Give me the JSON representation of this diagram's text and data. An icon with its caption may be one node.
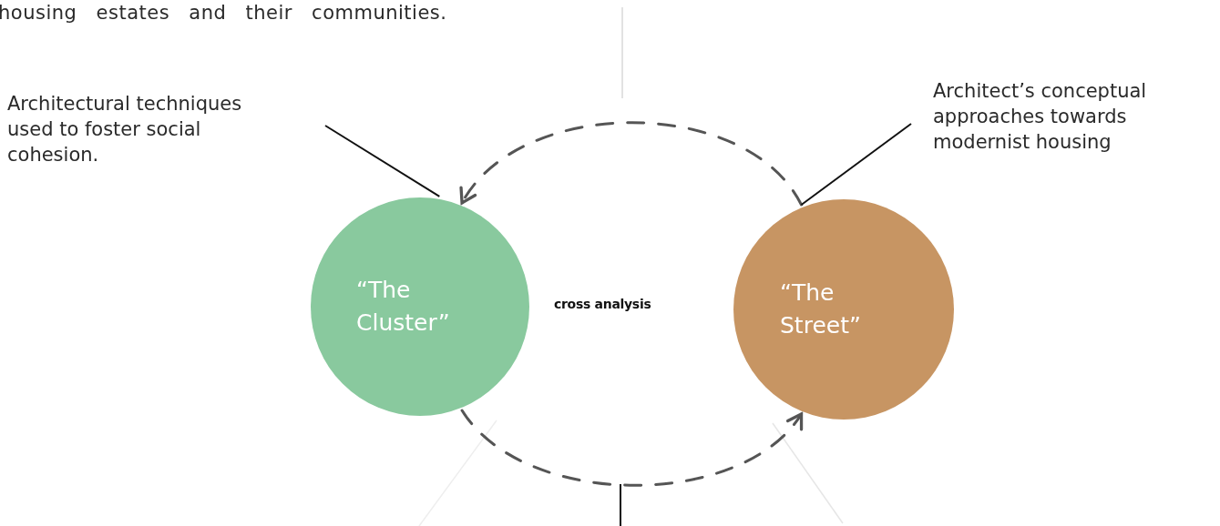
{
  "diagram": {
    "nodes": [
      {
        "text": [
          "Architectural techniques used to foster social cohesion."
        ]
      },
      {
        "text": [
          "Architect’s conceptual approaches towards modernist housing"
        ]
      },
      {
        "text": [
          "“The Cluster”"
        ]
      },
      {
        "text": [
          "“The Street”"
        ]
      }
    ],
    "edges": [
      {
        "from": 3,
        "to": 2,
        "arrow": "to",
        "style": "dashed",
        "color": "#555555"
      },
      {
        "from": 2,
        "to": 3,
        "arrow": "to",
        "style": "dashed",
        "color": "#555555"
      },
      {
        "from": 0,
        "to": 2,
        "arrow": "none"
      },
      {
        "from": 1,
        "to": 3,
        "arrow": "none"
      }
    ],
    "labels": [
      "housing estates and their communities.",
      "cross analysis"
    ]
  }
}
